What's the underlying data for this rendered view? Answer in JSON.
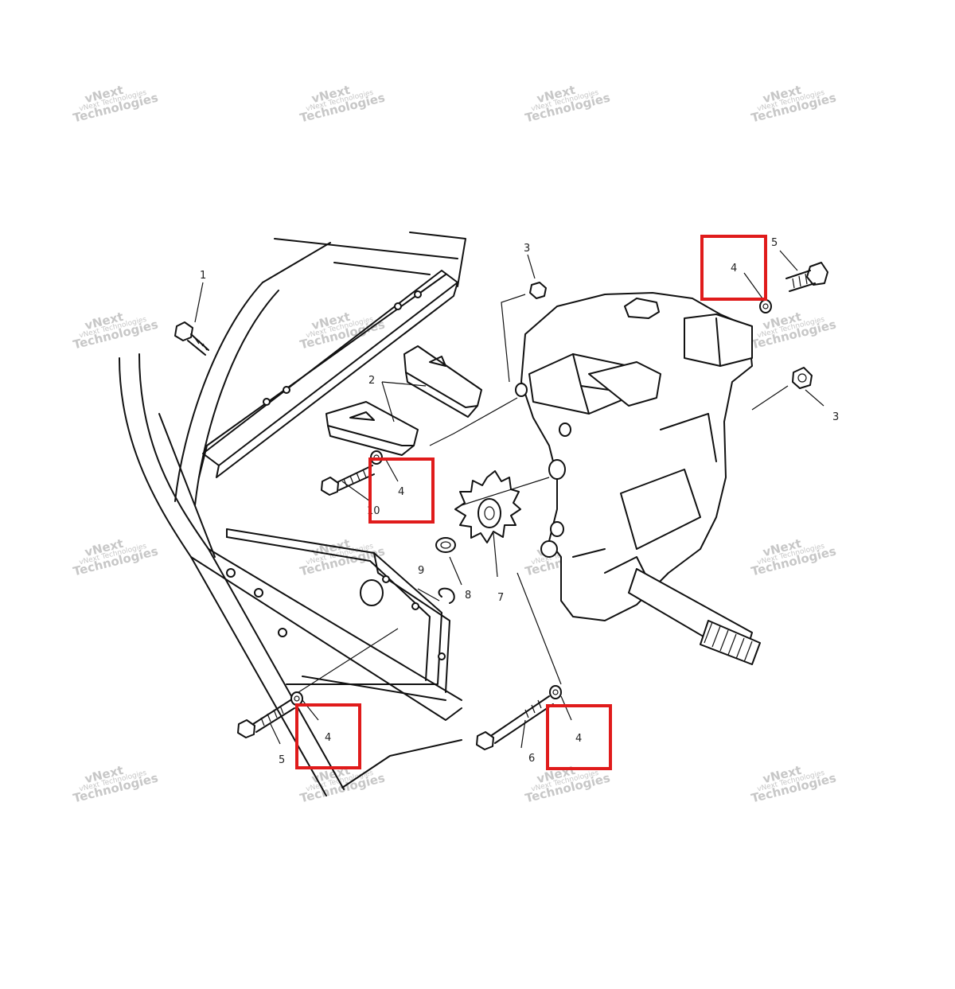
{
  "watermark": {
    "line1": "vNext",
    "line2": "Technologies",
    "small": "vNext Technologies"
  },
  "callouts": {
    "c1": "1",
    "c2": "2",
    "c3_top": "3",
    "c3_right": "3",
    "c4_top": "4",
    "c4_mid": "4",
    "c4_bottom_left": "4",
    "c4_bottom_right": "4",
    "c5_top": "5",
    "c5_bottom": "5",
    "c6": "6",
    "c7": "7",
    "c8": "8",
    "c9": "9",
    "c10": "10"
  },
  "highlight_color": "#e01b1b"
}
